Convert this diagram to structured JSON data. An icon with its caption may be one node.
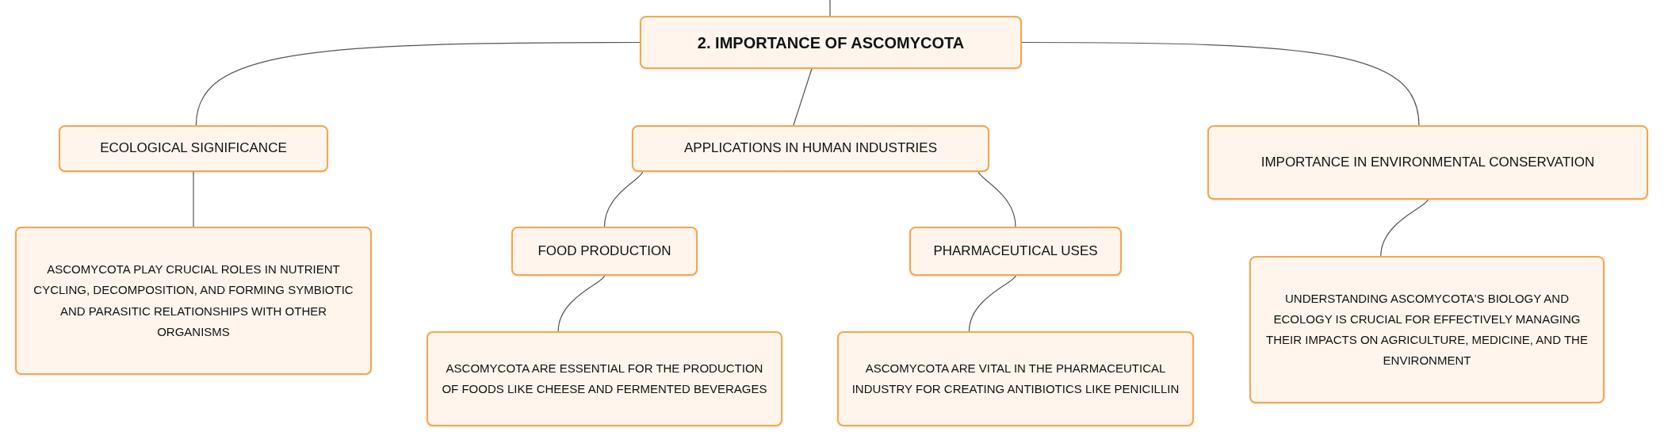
{
  "diagram": {
    "nodes": [
      {
        "text": [
          "2. IMPORTANCE OF ASCOMYCOTA"
        ]
      },
      {
        "text": [
          "ECOLOGICAL SIGNIFICANCE"
        ]
      },
      {
        "text": [
          "APPLICATIONS IN HUMAN INDUSTRIES"
        ]
      },
      {
        "text": [
          "IMPORTANCE IN ENVIRONMENTAL CONSERVATION"
        ]
      },
      {
        "text": [
          "ASCOMYCOTA PLAY CRUCIAL ROLES IN NUTRIENT CYCLING, DECOMPOSITION, AND FORMING SYMBIOTIC AND PARASITIC RELATIONSHIPS WITH OTHER ORGANISMS"
        ]
      },
      {
        "text": [
          "FOOD PRODUCTION"
        ]
      },
      {
        "text": [
          "PHARMACEUTICAL USES"
        ]
      },
      {
        "text": [
          "ASCOMYCOTA ARE ESSENTIAL FOR THE PRODUCTION OF FOODS LIKE CHEESE AND FERMENTED BEVERAGES"
        ]
      },
      {
        "text": [
          "ASCOMYCOTA ARE VITAL IN THE PHARMACEUTICAL INDUSTRY FOR CREATING ANTIBIOTICS LIKE PENICILLIN"
        ]
      },
      {
        "text": [
          "UNDERSTANDING ASCOMYCOTA'S BIOLOGY AND ECOLOGY IS CRUCIAL FOR EFFECTIVELY MANAGING THEIR IMPACTS ON AGRICULTURE, MEDICINE, AND THE ENVIRONMENT"
        ]
      }
    ],
    "edges": [
      {
        "from": null,
        "to": 0,
        "arrow": "none"
      },
      {
        "from": 0,
        "to": 1,
        "arrow": "none"
      },
      {
        "from": 0,
        "to": 2,
        "arrow": "none"
      },
      {
        "from": 0,
        "to": 3,
        "arrow": "none"
      },
      {
        "from": 1,
        "to": 4,
        "arrow": "none"
      },
      {
        "from": 2,
        "to": 5,
        "arrow": "none"
      },
      {
        "from": 2,
        "to": 6,
        "arrow": "none"
      },
      {
        "from": 5,
        "to": 7,
        "arrow": "none"
      },
      {
        "from": 6,
        "to": 8,
        "arrow": "none"
      },
      {
        "from": 3,
        "to": 9,
        "arrow": "none"
      }
    ]
  }
}
